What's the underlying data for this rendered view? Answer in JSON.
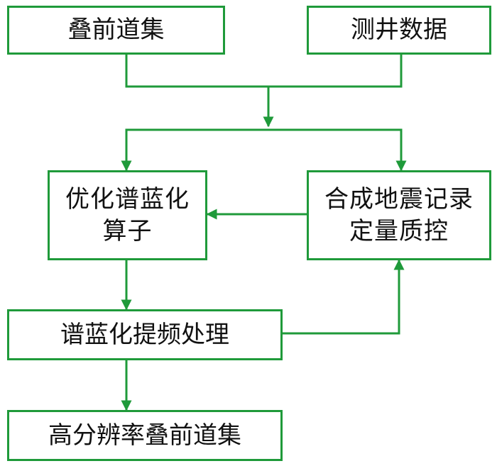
{
  "colors": {
    "line": "#1f9a3a",
    "text": "#111111",
    "background": "#ffffff"
  },
  "nodes": {
    "prestack_gathers": "叠前道集",
    "well_data": "测井数据",
    "optimize_operator": "优化谱蓝化算子",
    "synthetic_qc": "合成地震记录定量质控",
    "spectral_blueing": "谱蓝化提频处理",
    "high_res_gathers": "高分辨率叠前道集"
  }
}
